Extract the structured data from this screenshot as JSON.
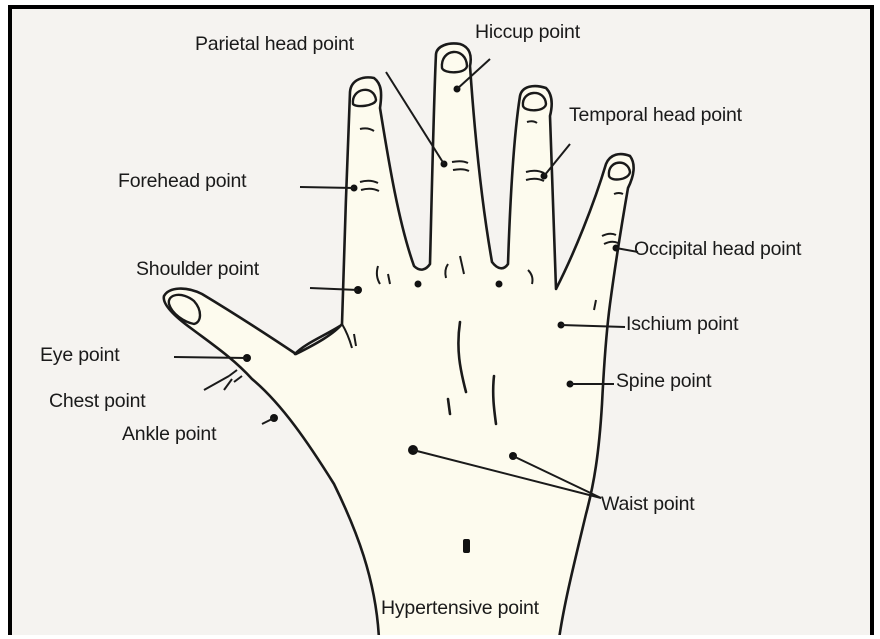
{
  "colors": {
    "ink": "#1a1a1a",
    "skin": "#fdfbee",
    "paper": "#f5f3f0",
    "frame": "#000000"
  },
  "labels": {
    "hiccup": "Hiccup point",
    "parietal_head": "Parietal head point",
    "temporal_head": "Temporal head point",
    "forehead": "Forehead point",
    "occipital_head": "Occipital head point",
    "shoulder": "Shoulder point",
    "ischium": "Ischium point",
    "eye": "Eye point",
    "spine": "Spine point",
    "chest": "Chest point",
    "ankle": "Ankle point",
    "waist": "Waist point",
    "hypertensive": "Hypertensive point"
  }
}
